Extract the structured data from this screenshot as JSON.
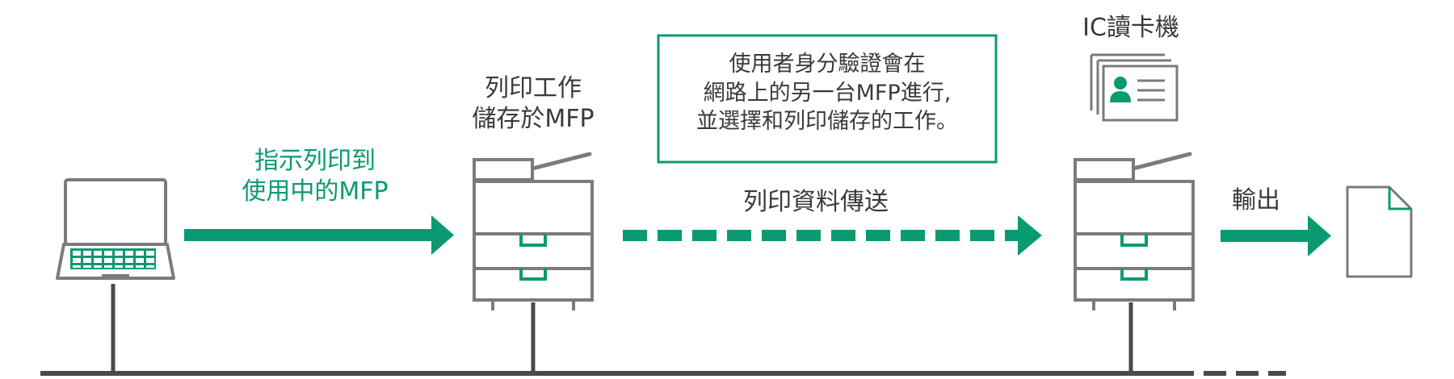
{
  "colors": {
    "accent": "#0a9a72",
    "gray": "#7b7b7b",
    "dark": "#3a3a3a",
    "network": "#4a4a4a"
  },
  "labels": {
    "send_instruction": [
      "指示列印到",
      "使用中的MFP"
    ],
    "stored_at_mfp": [
      "列印工作",
      "儲存於MFP"
    ],
    "auth_note": [
      "使用者身分驗證會在",
      "網路上的另一台MFP進行,",
      "並選擇和列印儲存的工作。"
    ],
    "data_transfer": "列印資料傳送",
    "card_reader": "IC讀卡機",
    "output": "輸出"
  },
  "icons": {
    "laptop": "laptop-icon",
    "mfp_source": "mfp-printer-icon",
    "mfp_target": "mfp-printer-icon",
    "card_reader": "id-card-reader-icon",
    "document": "document-icon"
  }
}
